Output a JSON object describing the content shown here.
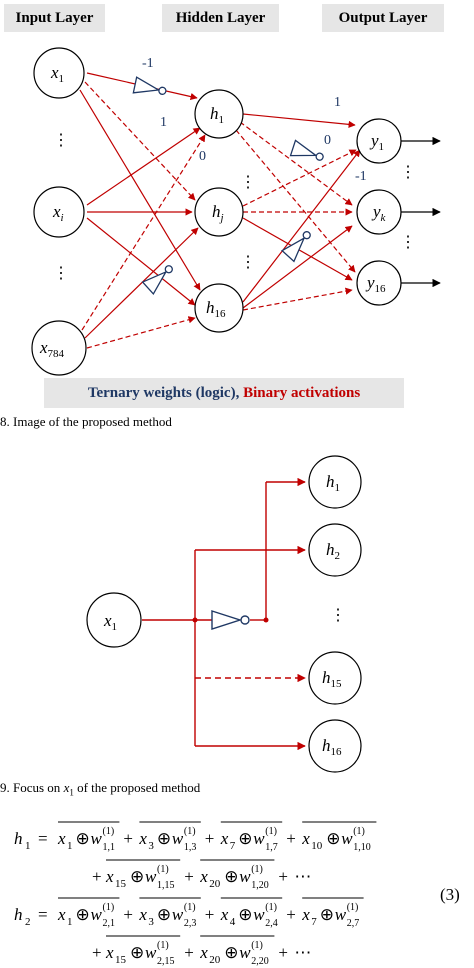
{
  "figure8": {
    "headers": {
      "input": "Input Layer",
      "hidden": "Hidden Layer",
      "output": "Output Layer"
    },
    "inputs": {
      "x1": {
        "base": "x",
        "sub": "1"
      },
      "xi": {
        "base": "x",
        "sub": "i"
      },
      "x784": {
        "base": "x",
        "sub": "784"
      }
    },
    "hidden": {
      "h1": {
        "base": "h",
        "sub": "1"
      },
      "hj": {
        "base": "h",
        "sub": "j"
      },
      "h16": {
        "base": "h",
        "sub": "16"
      }
    },
    "outputs": {
      "y1": {
        "base": "y",
        "sub": "1"
      },
      "yk": {
        "base": "y",
        "sub": "k"
      },
      "y16": {
        "base": "y",
        "sub": "16"
      }
    },
    "weight_labels": {
      "neg_one_top": "-1",
      "one_top": "1",
      "zero_mid": "0",
      "one_right": "1",
      "zero_right": "0",
      "neg_one_right": "-1"
    },
    "ellipsis": "⋮",
    "legend": {
      "part1": "Ternary weights (logic)",
      "sep": ", ",
      "part2": "Binary activations"
    },
    "caption": "8. Image of the proposed method"
  },
  "figure9": {
    "input": {
      "base": "x",
      "sub": "1"
    },
    "hidden": [
      {
        "base": "h",
        "sub": "1"
      },
      {
        "base": "h",
        "sub": "2"
      },
      {
        "base": "h",
        "sub": "15"
      },
      {
        "base": "h",
        "sub": "16"
      }
    ],
    "ellipsis": "⋮",
    "caption_prefix": "9. Focus on ",
    "caption_var": "x",
    "caption_sub": "1",
    "caption_suffix": " of the proposed method"
  },
  "equation": {
    "number": "(3)",
    "h1_label": "h",
    "h1_sub": "1",
    "h2_label": "h",
    "h2_sub": "2",
    "equals": "=",
    "plus": "+",
    "xor": "⊕",
    "dots": "⋯",
    "w": "w",
    "x": "x",
    "sup": "(1)",
    "h1_line1": [
      {
        "x": "1",
        "w": "1,1"
      },
      {
        "x": "3",
        "w": "1,3"
      },
      {
        "x": "7",
        "w": "1,7"
      },
      {
        "x": "10",
        "w": "1,10"
      }
    ],
    "h1_line2": [
      {
        "x": "15",
        "w": "1,15"
      },
      {
        "x": "20",
        "w": "1,20"
      }
    ],
    "h2_line1": [
      {
        "x": "1",
        "w": "2,1"
      },
      {
        "x": "3",
        "w": "2,3"
      },
      {
        "x": "4",
        "w": "2,4"
      },
      {
        "x": "7",
        "w": "2,7"
      }
    ],
    "h2_line2": [
      {
        "x": "15",
        "w": "2,15"
      },
      {
        "x": "20",
        "w": "2,20"
      }
    ]
  },
  "colors": {
    "red": "#c00000",
    "navy": "#1f3864",
    "box": "#e6e6e6"
  }
}
